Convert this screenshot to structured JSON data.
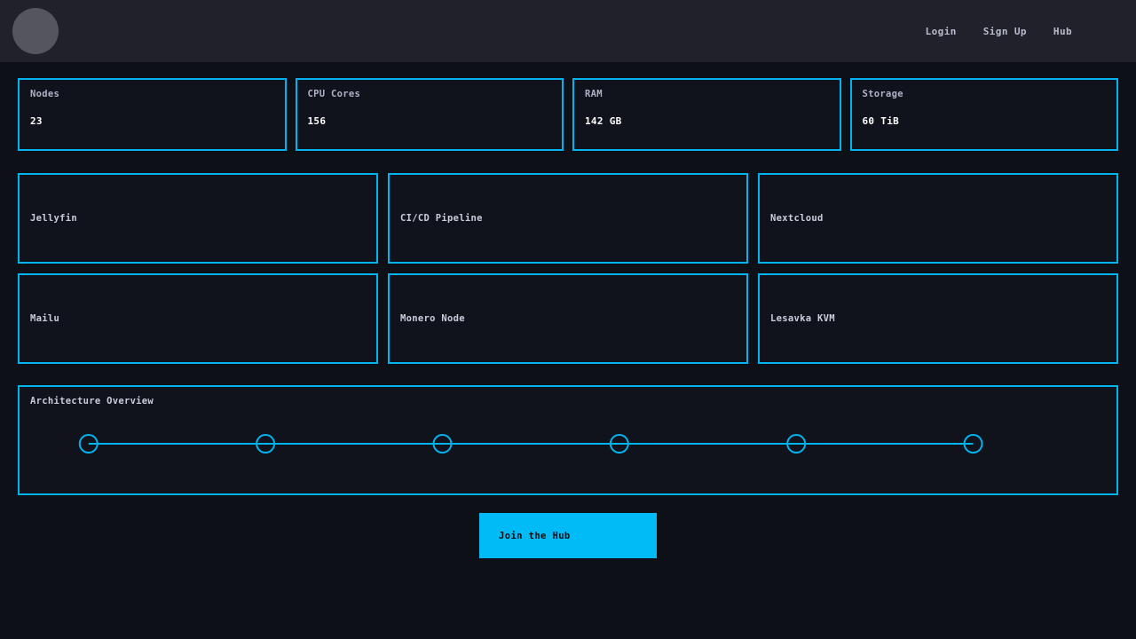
{
  "header": {
    "avatar_icon": "avatar-circle-icon",
    "nav": [
      {
        "label": "Login"
      },
      {
        "label": "Sign Up"
      },
      {
        "label": "Hub"
      }
    ]
  },
  "stats": [
    {
      "label": "Nodes",
      "value": "23"
    },
    {
      "label": "CPU Cores",
      "value": "156"
    },
    {
      "label": "RAM",
      "value": "142 GB"
    },
    {
      "label": "Storage",
      "value": "60 TiB"
    }
  ],
  "services": [
    {
      "name": "Jellyfin"
    },
    {
      "name": "CI/CD Pipeline"
    },
    {
      "name": "Nextcloud"
    },
    {
      "name": "Mailu"
    },
    {
      "name": "Monero Node"
    },
    {
      "name": "Lesavka KVM"
    }
  ],
  "architecture": {
    "title": "Architecture Overview",
    "node_count": 6,
    "node_positions_x": [
      100,
      300,
      500,
      700,
      900,
      1100
    ],
    "node_radius": 10,
    "line_color": "#00b4f0"
  },
  "cta": {
    "label": "Join the Hub"
  },
  "colors": {
    "page_background": "#0e1018",
    "header_background": "#20212b",
    "card_background": "#11131c",
    "accent": "#00b4f0",
    "cta_background": "#00bbf5",
    "avatar": "#55555f",
    "text_primary": "#ffffff",
    "text_muted": "#aeb2c4"
  }
}
